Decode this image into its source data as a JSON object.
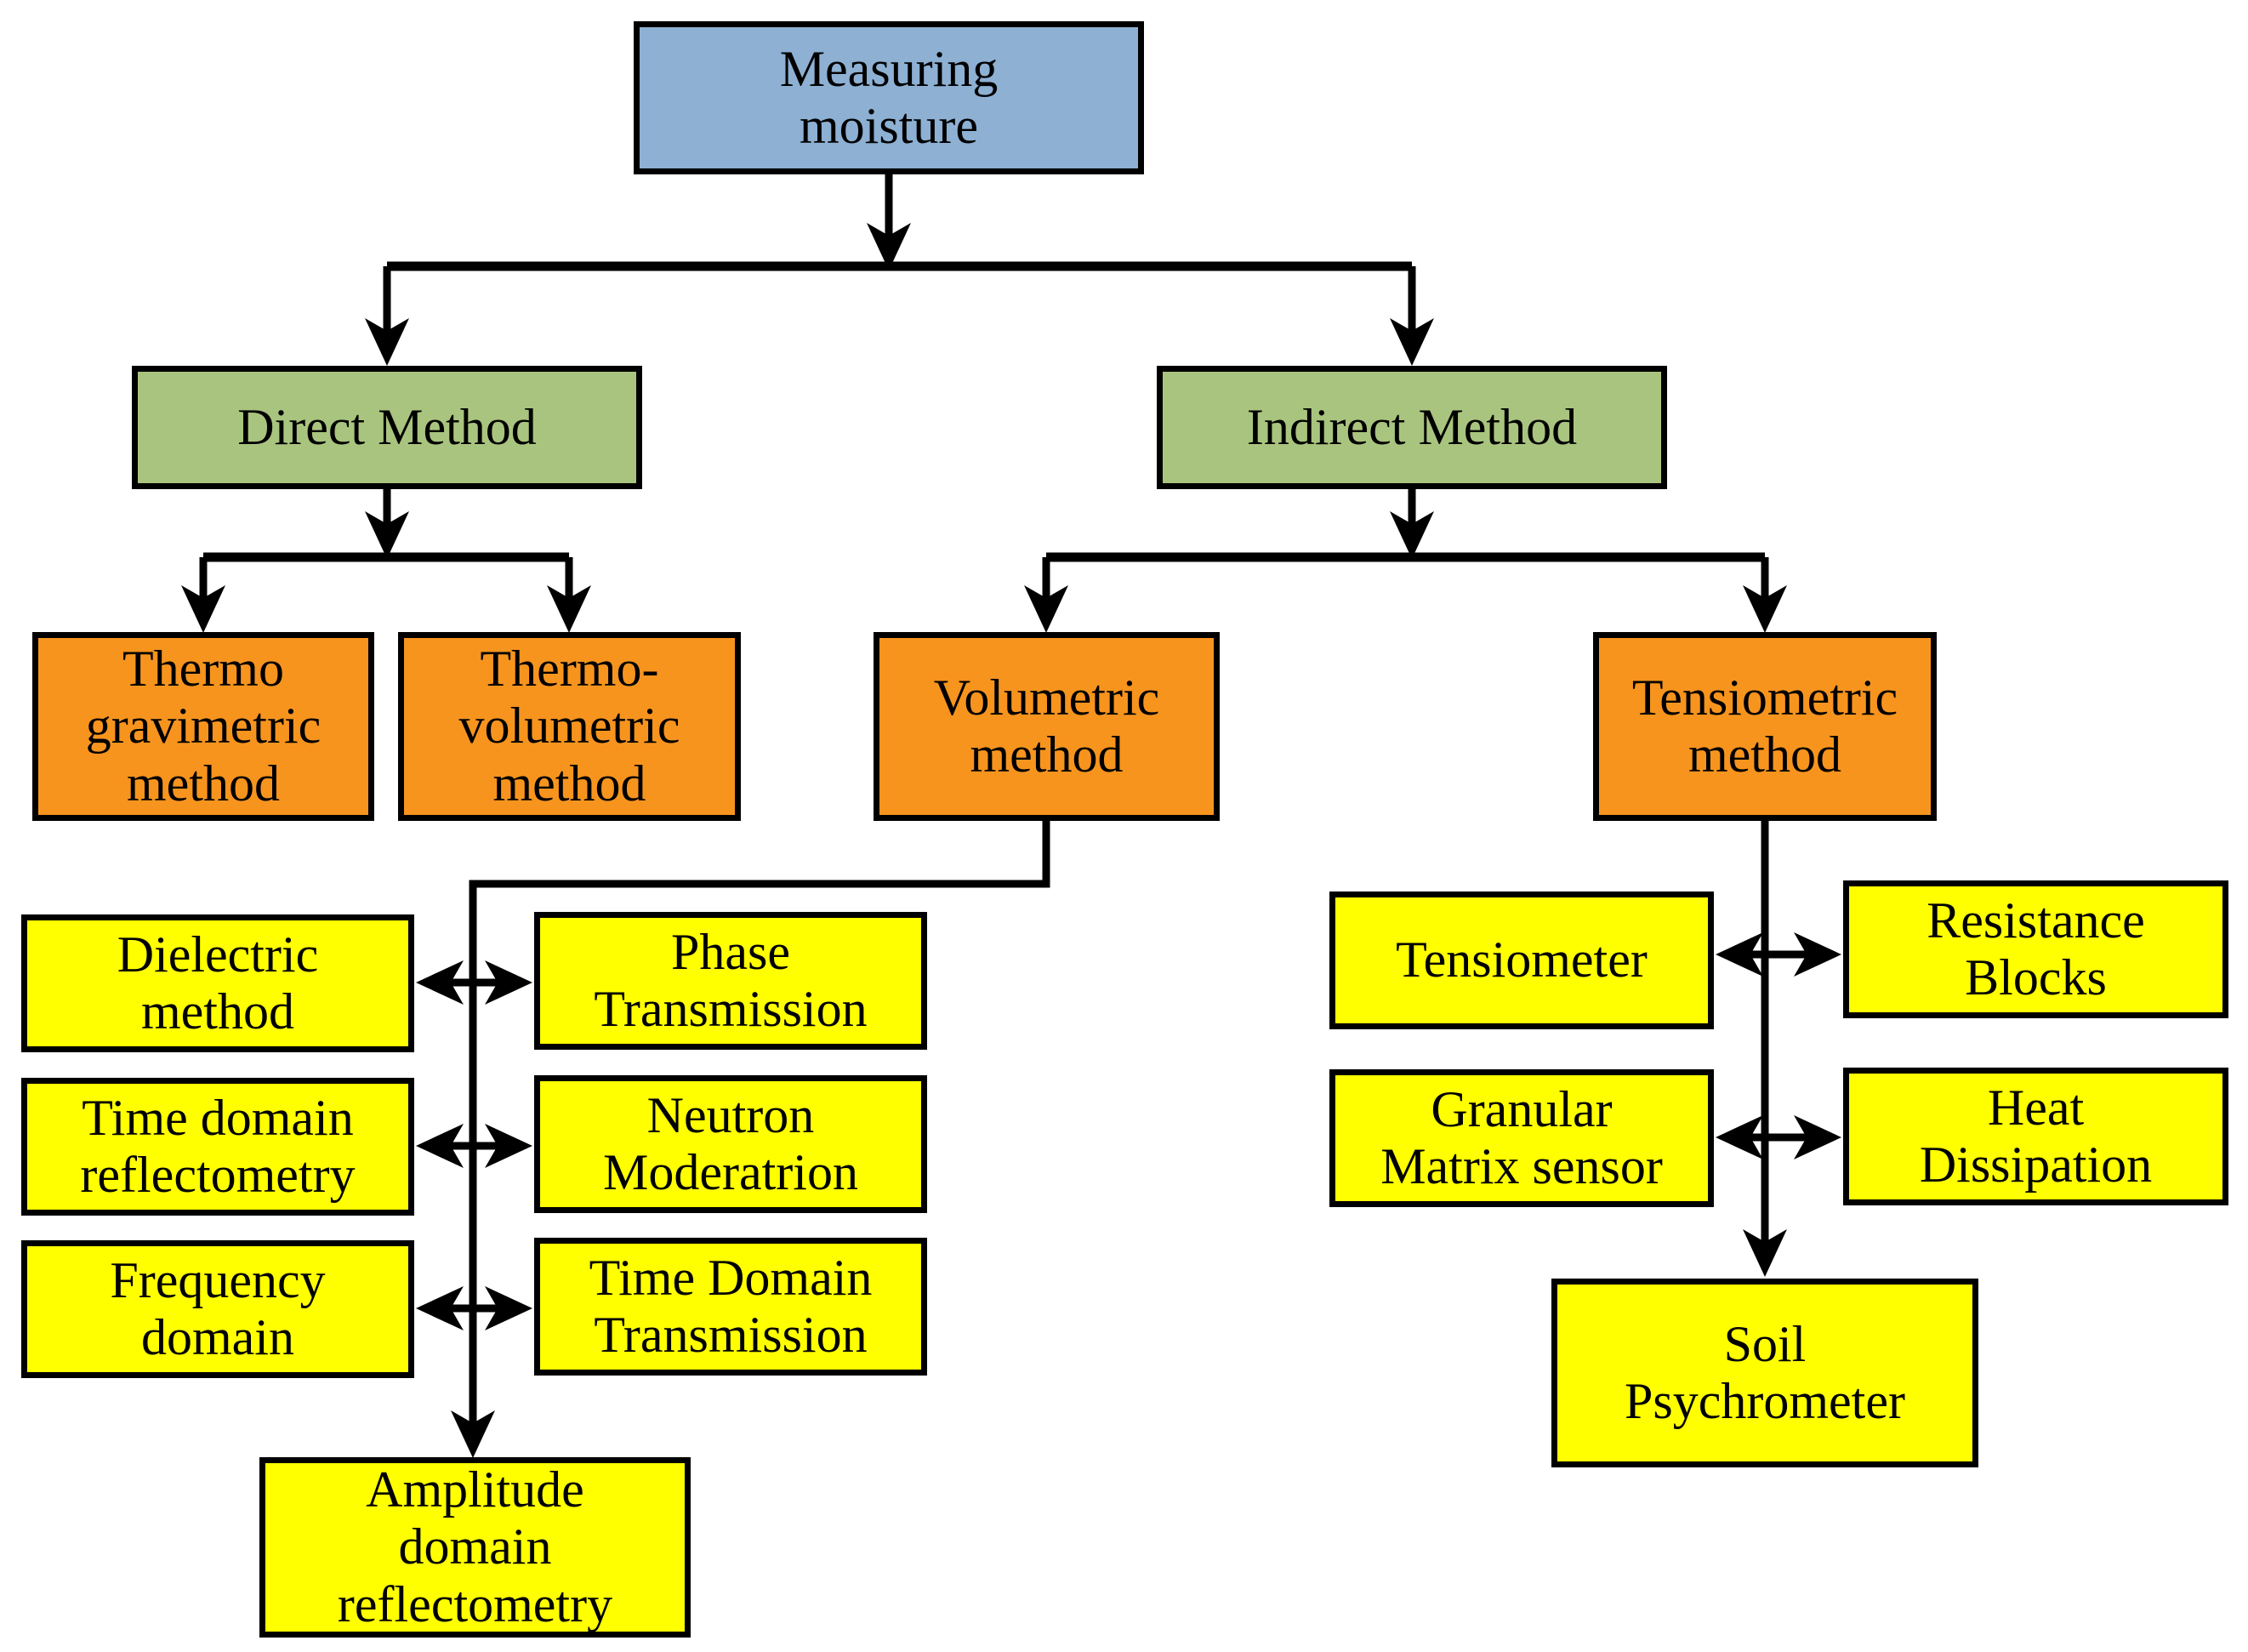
{
  "diagram_title": "Measuring moisture methods flowchart",
  "colors": {
    "root": "#8DB0D3",
    "method": "#A9C47E",
    "submethod": "#F7941E",
    "leaf": "#FFFF00",
    "line": "#000000",
    "background": "#FFFFFF"
  },
  "nodes": {
    "root": {
      "label": "Measuring\nmoisture"
    },
    "direct": {
      "label": "Direct Method"
    },
    "indirect": {
      "label": "Indirect Method"
    },
    "thermo_gravimetric": {
      "label": "Thermo\ngravimetric\nmethod"
    },
    "thermo_volumetric": {
      "label": "Thermo-\nvolumetric\nmethod"
    },
    "volumetric": {
      "label": "Volumetric\nmethod"
    },
    "tensiometric": {
      "label": "Tensiometric\nmethod"
    },
    "dielectric": {
      "label": "Dielectric\nmethod"
    },
    "phase_transmission": {
      "label": "Phase\nTransmission"
    },
    "time_domain_reflectometry": {
      "label": "Time domain\nreflectometry"
    },
    "neutron_moderation": {
      "label": "Neutron\nModeratrion"
    },
    "frequency_domain": {
      "label": "Frequency\ndomain"
    },
    "time_domain_transmission": {
      "label": "Time Domain\nTransmission"
    },
    "amplitude_domain_reflectometry": {
      "label": "Amplitude\ndomain\nreflectometry"
    },
    "tensiometer": {
      "label": "Tensiometer"
    },
    "resistance_blocks": {
      "label": "Resistance\nBlocks"
    },
    "granular_matrix_sensor": {
      "label": "Granular\nMatrix sensor"
    },
    "heat_dissipation": {
      "label": "Heat\nDissipation"
    },
    "soil_psychrometer": {
      "label": "Soil\nPsychrometer"
    }
  }
}
